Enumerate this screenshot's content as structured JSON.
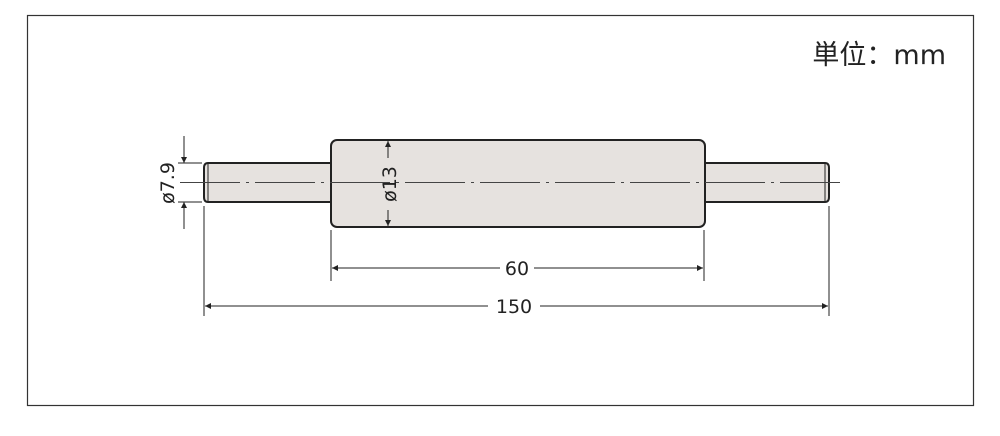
{
  "drawing": {
    "unit_label": "単位：mm",
    "dimensions": {
      "shaft_diameter": "ø7.9",
      "body_diameter": "ø13",
      "body_length": "60",
      "total_length": "150"
    },
    "colors": {
      "part_fill": "#e6e2df",
      "line": "#222222",
      "frame": "#333333"
    }
  }
}
